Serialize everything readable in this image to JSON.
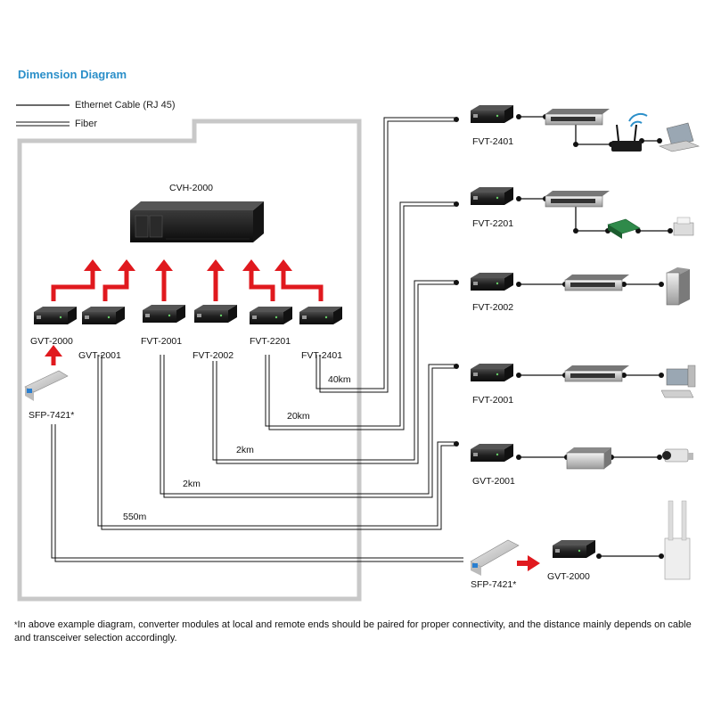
{
  "title": "Dimension Diagram",
  "legend": {
    "ethernet": "Ethernet Cable (RJ 45)",
    "fiber": "Fiber"
  },
  "chassis": {
    "label": "CVH-2000"
  },
  "local_modules": [
    {
      "id": "gvt2000",
      "label": "GVT-2000"
    },
    {
      "id": "gvt2001",
      "label": "GVT-2001"
    },
    {
      "id": "fvt2001",
      "label": "FVT-2001"
    },
    {
      "id": "fvt2002",
      "label": "FVT-2002"
    },
    {
      "id": "fvt2201",
      "label": "FVT-2201"
    },
    {
      "id": "fvt2401",
      "label": "FVT-2401"
    }
  ],
  "sfp_local": {
    "label": "SFP-7421*"
  },
  "distances": {
    "d40km": "40km",
    "d20km": "20km",
    "d2km_a": "2km",
    "d2km_b": "2km",
    "d550m": "550m"
  },
  "remote_modules": [
    {
      "id": "r_fvt2401",
      "label": "FVT-2401"
    },
    {
      "id": "r_fvt2201",
      "label": "FVT-2201"
    },
    {
      "id": "r_fvt2002",
      "label": "FVT-2002"
    },
    {
      "id": "r_fvt2001",
      "label": "FVT-2001"
    },
    {
      "id": "r_gvt2001",
      "label": "GVT-2001"
    },
    {
      "id": "r_sfp7421",
      "label": "SFP-7421*"
    },
    {
      "id": "r_gvt2000",
      "label": "GVT-2000"
    }
  ],
  "footnote_mark": "*",
  "footnote": "In above example diagram, converter modules at local and remote ends should be paired for proper connectivity, and the distance mainly depends on cable and transceiver selection accordingly.",
  "colors": {
    "title": "#2b8fc9",
    "arrow": "#e0191e",
    "box": "#c8c8c8"
  }
}
